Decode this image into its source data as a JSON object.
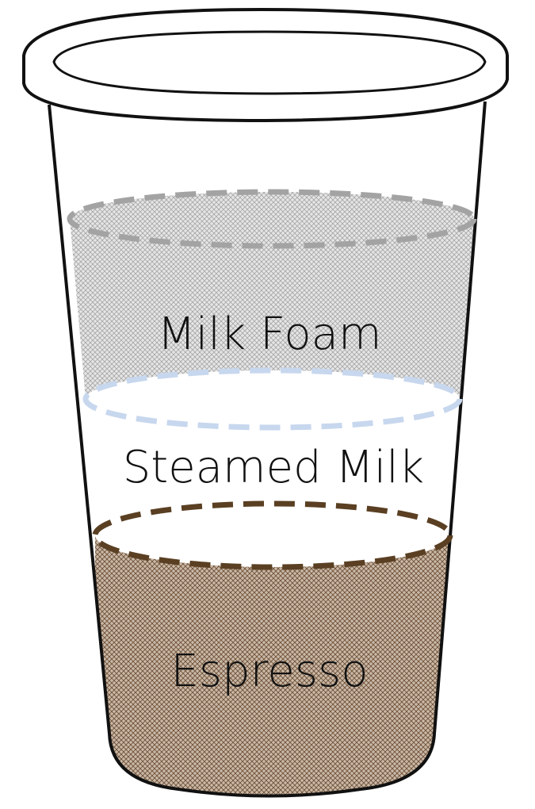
{
  "layers": [
    {
      "id": "milk-foam",
      "label": "Milk Foam",
      "rim_color": "#a3a3a3",
      "fill_color": "#b9b9b9"
    },
    {
      "id": "steamed-milk",
      "label": "Steamed Milk",
      "rim_color": "#c7d7ee",
      "fill_color": "#ffffff"
    },
    {
      "id": "espresso",
      "label": "Espresso",
      "rim_color": "#5a3f22",
      "fill_color": "#7a5a40"
    }
  ],
  "cup": {
    "outline_color": "#111111"
  }
}
